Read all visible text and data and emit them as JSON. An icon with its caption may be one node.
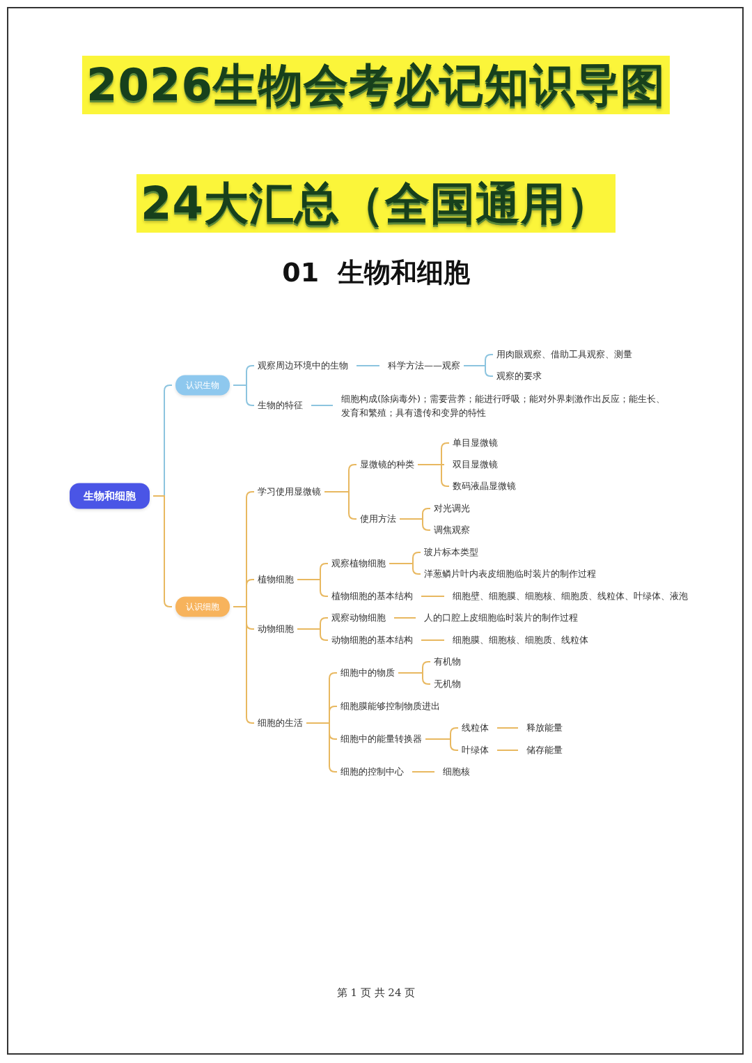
{
  "diagram": {
    "title": "2026生物会考必记知识导图",
    "nodes": [
      {
        "text": [
          "生物和细胞"
        ]
      },
      {
        "text": [
          "认识生物"
        ]
      },
      {
        "text": [
          "观察周边环境中的生物"
        ]
      },
      {
        "text": [
          "科学方法——观察"
        ]
      },
      {
        "text": [
          "用肉眼观察、借助工具观察、测量"
        ]
      },
      {
        "text": [
          "观察的要求"
        ]
      },
      {
        "text": [
          "生物的特征"
        ]
      },
      {
        "text": [
          "细胞构成(除病毒外)；需要营养；能进行呼吸；能对外界刺激作出反应；能生长、发育和繁殖；具有遗传和变异的特性"
        ]
      },
      {
        "text": [
          "认识细胞"
        ]
      },
      {
        "text": [
          "学习使用显微镜"
        ]
      },
      {
        "text": [
          "显微镜的种类"
        ]
      },
      {
        "text": [
          "单目显微镜"
        ]
      },
      {
        "text": [
          "双目显微镜"
        ]
      },
      {
        "text": [
          "数码液晶显微镜"
        ]
      },
      {
        "text": [
          "使用方法"
        ]
      },
      {
        "text": [
          "对光调光"
        ]
      },
      {
        "text": [
          "调焦观察"
        ]
      },
      {
        "text": [
          "植物细胞"
        ]
      },
      {
        "text": [
          "观察植物细胞"
        ]
      },
      {
        "text": [
          "玻片标本类型"
        ]
      },
      {
        "text": [
          "洋葱鳞片叶内表皮细胞临时装片的制作过程"
        ]
      },
      {
        "text": [
          "植物细胞的基本结构"
        ]
      },
      {
        "text": [
          "细胞壁、细胞膜、细胞核、细胞质、线粒体、叶绿体、液泡"
        ]
      },
      {
        "text": [
          "动物细胞"
        ]
      },
      {
        "text": [
          "观察动物细胞"
        ]
      },
      {
        "text": [
          "人的口腔上皮细胞临时装片的制作过程"
        ]
      },
      {
        "text": [
          "动物细胞的基本结构"
        ]
      },
      {
        "text": [
          "细胞膜、细胞核、细胞质、线粒体"
        ]
      },
      {
        "text": [
          "细胞的生活"
        ]
      },
      {
        "text": [
          "细胞中的物质"
        ]
      },
      {
        "text": [
          "有机物"
        ]
      },
      {
        "text": [
          "无机物"
        ]
      },
      {
        "text": [
          "细胞膜能够控制物质进出"
        ]
      },
      {
        "text": [
          "细胞中的能量转换器"
        ]
      },
      {
        "text": [
          "线粒体"
        ]
      },
      {
        "text": [
          "释放能量"
        ]
      },
      {
        "text": [
          "叶绿体"
        ]
      },
      {
        "text": [
          "储存能量"
        ]
      },
      {
        "text": [
          "细胞的控制中心"
        ]
      },
      {
        "text": [
          "细胞核"
        ]
      }
    ],
    "edges": [
      {
        "from": 0,
        "to": 1,
        "arrow": "none",
        "color": "#8cc4df"
      },
      {
        "from": 1,
        "to": 2,
        "arrow": "none",
        "color": "#8cc4df"
      },
      {
        "from": 2,
        "to": 3,
        "arrow": "none",
        "color": "#8cc4df"
      },
      {
        "from": 3,
        "to": 4,
        "arrow": "none",
        "color": "#8cc4df"
      },
      {
        "from": 3,
        "to": 5,
        "arrow": "none",
        "color": "#8cc4df"
      },
      {
        "from": 1,
        "to": 6,
        "arrow": "none",
        "color": "#8cc4df"
      },
      {
        "from": 6,
        "to": 7,
        "arrow": "none",
        "color": "#8cc4df"
      },
      {
        "from": 0,
        "to": 8,
        "arrow": "none"
      },
      {
        "from": 8,
        "to": 9,
        "arrow": "none"
      },
      {
        "from": 9,
        "to": 10,
        "arrow": "none"
      },
      {
        "from": 10,
        "to": 11,
        "arrow": "none"
      },
      {
        "from": 10,
        "to": 12,
        "arrow": "none"
      },
      {
        "from": 10,
        "to": 13,
        "arrow": "none"
      },
      {
        "from": 9,
        "to": 14,
        "arrow": "none"
      },
      {
        "from": 14,
        "to": 15,
        "arrow": "none"
      },
      {
        "from": 14,
        "to": 16,
        "arrow": "none"
      },
      {
        "from": 8,
        "to": 17,
        "arrow": "none"
      },
      {
        "from": 17,
        "to": 18,
        "arrow": "none"
      },
      {
        "from": 18,
        "to": 19,
        "arrow": "none"
      },
      {
        "from": 18,
        "to": 20,
        "arrow": "none"
      },
      {
        "from": 17,
        "to": 21,
        "arrow": "none"
      },
      {
        "from": 21,
        "to": 22,
        "arrow": "none"
      },
      {
        "from": 8,
        "to": 23,
        "arrow": "none"
      },
      {
        "from": 23,
        "to": 24,
        "arrow": "none"
      },
      {
        "from": 24,
        "to": 25,
        "arrow": "none"
      },
      {
        "from": 23,
        "to": 26,
        "arrow": "none"
      },
      {
        "from": 26,
        "to": 27,
        "arrow": "none"
      },
      {
        "from": 8,
        "to": 28,
        "arrow": "none"
      },
      {
        "from": 28,
        "to": 29,
        "arrow": "none"
      },
      {
        "from": 29,
        "to": 30,
        "arrow": "none"
      },
      {
        "from": 29,
        "to": 31,
        "arrow": "none"
      },
      {
        "from": 28,
        "to": 32,
        "arrow": "none"
      },
      {
        "from": 28,
        "to": 33,
        "arrow": "none"
      },
      {
        "from": 33,
        "to": 34,
        "arrow": "none"
      },
      {
        "from": 34,
        "to": 35,
        "arrow": "none"
      },
      {
        "from": 33,
        "to": 36,
        "arrow": "none"
      },
      {
        "from": 36,
        "to": 37,
        "arrow": "none"
      },
      {
        "from": 28,
        "to": 38,
        "arrow": "none"
      },
      {
        "from": 38,
        "to": 39,
        "arrow": "none"
      }
    ],
    "labels": [
      "24大汇总（全国通用）",
      "01  生物和细胞",
      "第 1 页 共 24 页"
    ]
  }
}
